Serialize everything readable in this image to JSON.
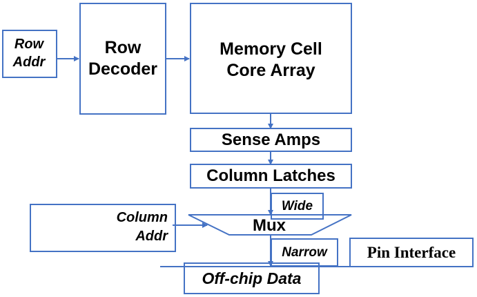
{
  "diagram": {
    "title": "Memory organization block diagram",
    "blocks": {
      "row_addr": "Row\nAddr",
      "row_decoder": "Row\nDecoder",
      "memory_core": "Memory Cell\nCore Array",
      "sense_amps": "Sense Amps",
      "column_latches": "Column Latches",
      "column_addr": "Column\nAddr",
      "mux": "Mux",
      "wide": "Wide",
      "narrow": "Narrow",
      "pin_interface": "Pin Interface",
      "off_chip_data": "Off-chip Data"
    },
    "colors": {
      "stroke": "#4472c4",
      "text": "#000000"
    }
  }
}
